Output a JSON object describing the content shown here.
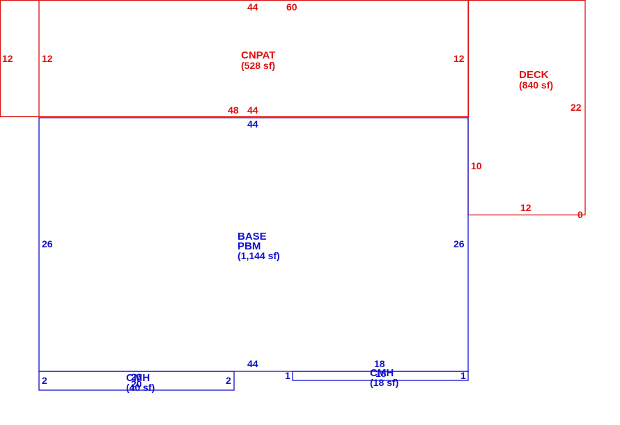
{
  "colors": {
    "red": "#dd1111",
    "blue": "#1111cc"
  },
  "deck_left": {
    "dim_left": "12",
    "dim_right": "12",
    "dim_top": "60",
    "dim_bottom": "48"
  },
  "cnpat": {
    "name": "CNPAT",
    "area": "(528 sf)",
    "dim_top": "44",
    "dim_left": "12",
    "dim_right": "12",
    "dim_bottom": "44"
  },
  "deck": {
    "name": "DECK",
    "area": "(840 sf)",
    "dim_right": "22",
    "dim_left": "10",
    "dim_bottom": "12",
    "dim_corner": "0"
  },
  "base": {
    "name": "BASE",
    "subname": "PBM",
    "area": "(1,144 sf)",
    "dim_top": "44",
    "dim_left": "26",
    "dim_right": "26",
    "dim_bottom": "44"
  },
  "cmh_left": {
    "name": "CMH",
    "area": "(40 sf)",
    "dim_top": "20",
    "dim_bottom": "20",
    "dim_left": "2",
    "dim_right": "2"
  },
  "cmh_right": {
    "name": "CMH",
    "area": "(18 sf)",
    "dim_top": "18",
    "dim_bottom": "18",
    "dim_left": "1",
    "dim_right": "1"
  }
}
